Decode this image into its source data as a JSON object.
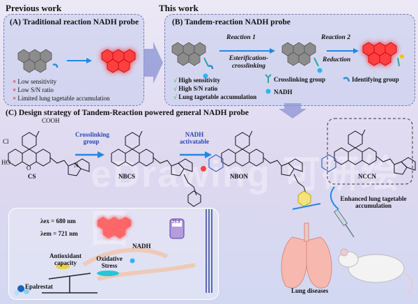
{
  "headers": {
    "previous": "Previous work",
    "this": "This work"
  },
  "panel_a": {
    "title": "(A) Traditional reaction NADH probe",
    "cons": [
      "Low sensitivity",
      "Low S/N ratio",
      "Limited lung tagetable accumulation"
    ]
  },
  "panel_b": {
    "title": "(B) Tandem-reaction NADH probe",
    "reaction1": "Reaction 1",
    "reaction1_desc": "Esterification-crosslinking",
    "reaction2": "Reaction 2",
    "reaction2_desc": "Reduction",
    "pros": [
      "High sensitivity",
      "High S/N ratio",
      "Lung tagetable accumulation"
    ],
    "legend": {
      "crosslinking": "Crosslinking group",
      "identifying": "Identifying group",
      "nadh": "NADH"
    }
  },
  "panel_c": {
    "title": "(C) Design strategy of Tandem-Reaction powered general NADH probe",
    "arrow1": "Crosslinking group",
    "arrow2": "NADH activatable",
    "molecules": [
      "CS",
      "NBCS",
      "NBON",
      "NCCN"
    ],
    "cooh": "COOH",
    "cl": "Cl",
    "ho": "HO",
    "o": "O",
    "n": "N"
  },
  "bio": {
    "lambda_ex": "λex = 680 nm",
    "lambda_em": "λem = 721 nm",
    "nadh": "NADH",
    "antioxidant": "Antioxidant capacity",
    "oxidative": "Oxidative Stress",
    "drug": "Epalrestat",
    "meter_value": "25.8"
  },
  "right": {
    "enhanced": "Enhanced lung tagetable accumulation",
    "lung": "Lung diseases"
  },
  "watermark": "eDrawing 可研绘图",
  "colors": {
    "accent_blue": "#2347b8",
    "red_glow": "#ff3a3a",
    "panel": "#c4ccec"
  }
}
